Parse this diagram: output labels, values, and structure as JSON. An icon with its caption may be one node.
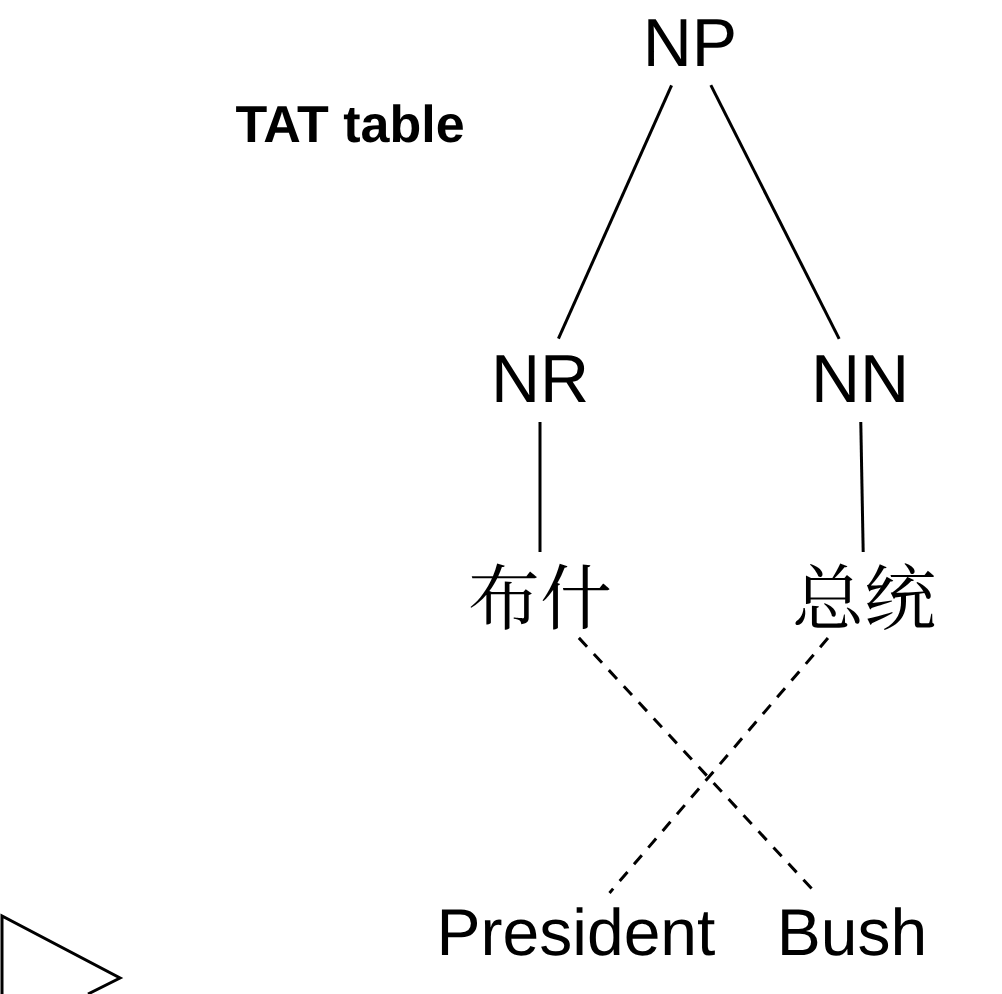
{
  "diagram": {
    "nodes": [
      {
        "text": [
          "NP"
        ]
      },
      {
        "text": [
          "NR"
        ]
      },
      {
        "text": [
          "NN"
        ]
      },
      {
        "text": [
          "布什"
        ]
      },
      {
        "text": [
          "总统"
        ]
      },
      {
        "text": [
          "President"
        ]
      },
      {
        "text": [
          "Bush"
        ]
      }
    ],
    "edges": [
      {
        "from": 0,
        "to": 1,
        "arrow": "none"
      },
      {
        "from": 0,
        "to": 2,
        "arrow": "none"
      },
      {
        "from": 1,
        "to": 3,
        "arrow": "none"
      },
      {
        "from": 2,
        "to": 4,
        "arrow": "none"
      },
      {
        "from": 3,
        "to": 6,
        "arrow": "none",
        "style": "dashed"
      },
      {
        "from": 4,
        "to": 5,
        "arrow": "none",
        "style": "dashed"
      }
    ],
    "labels": [
      "TAT table"
    ]
  }
}
